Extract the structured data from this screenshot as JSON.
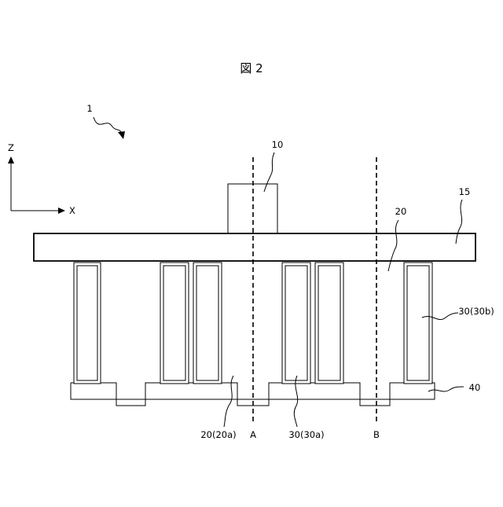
{
  "figure": {
    "title": "図 2",
    "labels": {
      "device": "1",
      "chip": "10",
      "substrate": "15",
      "region_20": "20",
      "region_20a": "20(20a)",
      "region_30a": "30(30a)",
      "region_30b": "30(30b)",
      "base": "40",
      "section_a": "A",
      "section_b": "B"
    },
    "axes": {
      "z_label": "Z",
      "x_label": "X"
    }
  }
}
